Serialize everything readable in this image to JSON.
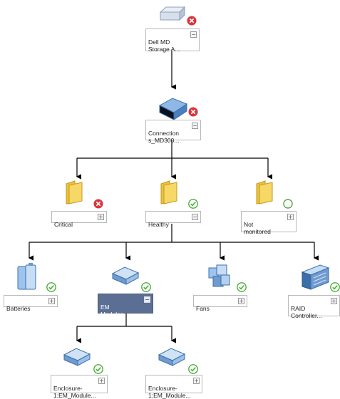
{
  "colors": {
    "critical": "#d9343b",
    "healthy": "#4caf3c",
    "not_monitored": "#5aa34a",
    "connector": "#000000",
    "selected_bg": "#5b6f95"
  },
  "nodes": {
    "root": {
      "label": "Dell MD\nStorage A...",
      "icon": "storage-array-icon",
      "status": "critical",
      "toggle": "−"
    },
    "connection": {
      "label": "Connection\ns_MD300...",
      "icon": "server-icon",
      "status": "critical",
      "toggle": "−"
    },
    "critical": {
      "label": "Critical",
      "icon": "folder-icon",
      "status": "critical",
      "toggle": "+"
    },
    "healthy": {
      "label": "Healthy",
      "icon": "folder-icon",
      "status": "healthy",
      "toggle": "−"
    },
    "notmon": {
      "label": "Not\nmonitored",
      "icon": "folder-icon",
      "status": "not-monitored",
      "toggle": "+"
    },
    "batteries": {
      "label": "Batteries",
      "icon": "battery-icon",
      "status": "healthy",
      "toggle": "+"
    },
    "em": {
      "label": "EM\nModules",
      "icon": "module-icon",
      "status": "healthy",
      "toggle": "−"
    },
    "fans": {
      "label": "Fans",
      "icon": "fan-icon",
      "status": "healthy",
      "toggle": "+"
    },
    "raid": {
      "label": "RAID\nController...",
      "icon": "raid-controller-icon",
      "status": "healthy",
      "toggle": "+"
    },
    "enc1": {
      "label": "Enclosure-\n1:EM_Module...",
      "icon": "module-icon",
      "status": "healthy",
      "toggle": "+"
    },
    "enc2": {
      "label": "Enclosure-\n1:EM_Module...",
      "icon": "module-icon",
      "status": "healthy",
      "toggle": "+"
    }
  }
}
